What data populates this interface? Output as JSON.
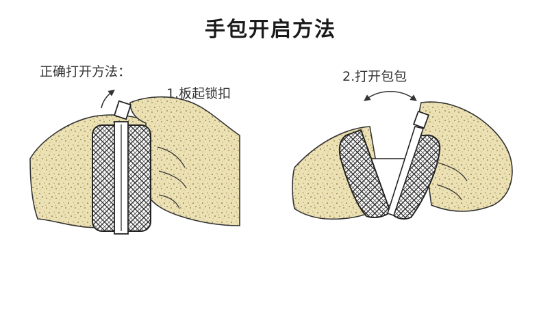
{
  "title": "手包开启方法",
  "method_label": "正确打开方法：",
  "step1_label": "1.板起锁扣",
  "step2_label": "2.打开包包",
  "colors": {
    "sand": "#e3d5a0",
    "speckle_dark": "#7a6a2a",
    "speckle_light": "#cbb765",
    "outline": "#333333",
    "title": "#1a1a1a"
  }
}
